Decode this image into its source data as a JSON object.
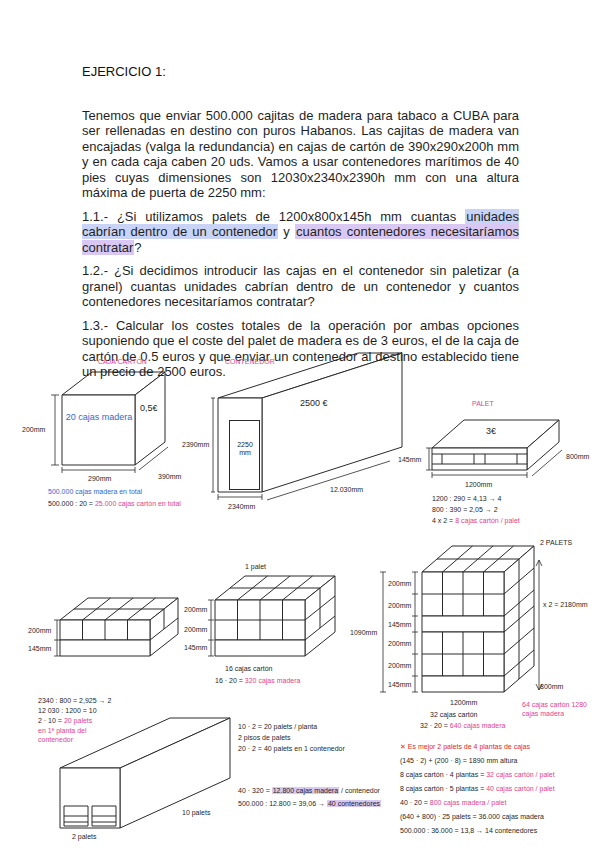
{
  "diagram": {
    "title": "EJERCICIO 1:",
    "nodes": [
      {
        "text": [
          "CAJA CARTÓN",
          "20 cajas madera",
          "0,5€"
        ]
      },
      {
        "text": [
          "CONTENEDOR",
          "2500 €"
        ]
      },
      {
        "text": [
          "PALET",
          "3€"
        ]
      },
      {
        "text": [
          "2250 mm"
        ],
        "in": 1
      }
    ],
    "labels": [
      "Tenemos que enviar 500.000 cajitas de madera para tabaco a CUBA para ser rellenadas en destino con puros Habanos. Las cajitas de madera van encajadas (valga la redundancia) en cajas de cartón de 390x290x200h mm y en cada caja caben 20 uds. Vamos a usar contenedores marítimos de 40 pies cuyas dimensiones son 12030x2340x2390h mm con una altura máxima de puerta de 2250 mm:",
      "1.1.- ¿Si utilizamos palets de 1200x800x145h mm cuantas",
      "unidades cabrían dentro de un contenedor",
      "y",
      "cuantos contenedores necesitaríamos contratar",
      "?",
      "1.2.- ¿Si decidimos introducir las cajas en el contenedor sin paletizar (a granel) cuantas unidades cabrían dentro de un contenedor y cuantos contenedores necesitaríamos contratar?",
      "1.3.- Calcular los costes totales de la operación por ambas opciones suponiendo que el coste del palet de madera es de 3 euros, el de la caja de cartón de 0.5 euros y que enviar un contenedor al destino establecido tiene un precio de 2500 euros.",
      "200mm",
      "290mm",
      "390mm",
      "2390mm",
      "2340mm",
      "12.030mm",
      "145mm",
      "1200mm",
      "800mm",
      "500.000 cajas madera en total",
      "500.000 : 20 =",
      "25.000 cajas cartón en total",
      "1200 : 290 = 4,13 → 4",
      "800 : 390 = 2,05 → 2",
      "4 x 2 =",
      "8 cajas cartón / palet",
      "2 PALETS",
      "x 2 = 2180mm",
      "1 palet",
      "200mm",
      "145mm",
      "200mm",
      "200mm",
      "145mm",
      "16 cajas cartón",
      "16 · 20 =",
      "320 cajas madera",
      "200mm",
      "200mm",
      "145mm",
      "200mm",
      "200mm",
      "145mm",
      "1090mm",
      "1200mm",
      "800mm",
      "32 cajas cartón",
      "32 · 20 =",
      "640 cajas madera",
      "64 cajas cartón 1280 cajas madera",
      "2340 : 800 = 2,925 → 2",
      "12 030 : 1200 = 10",
      "2 · 10 =",
      "20 palets",
      "en 1ª planta del contenedor",
      "10 · 2 = 20 palets / planta",
      "2 pisos de palets",
      "20 · 2 = 40 palets en 1 contenedor",
      "40 · 320 =",
      "12.800 cajas madera",
      "/ contenedor",
      "500.000 : 12.800 = 39,06 →",
      "40 contenedores",
      "2 palets",
      "10 palets",
      "✕ Es mejor 2 palets de 4 plantas de cajas",
      "(145 · 2) + (200 · 8) = 1890 mm altura",
      "8 cajas cartón · 4 plantas =",
      "32 cajas cartón / palet",
      "8 cajas cartón · 5 plantas =",
      "40 cajas cartón / palet",
      "40 · 20 =",
      "800 cajas madera / palet",
      "(640 + 800) · 25 palets = 36.000 cajas madera",
      "500.000 : 36.000 = 13,8 → 14 contenedores"
    ]
  }
}
